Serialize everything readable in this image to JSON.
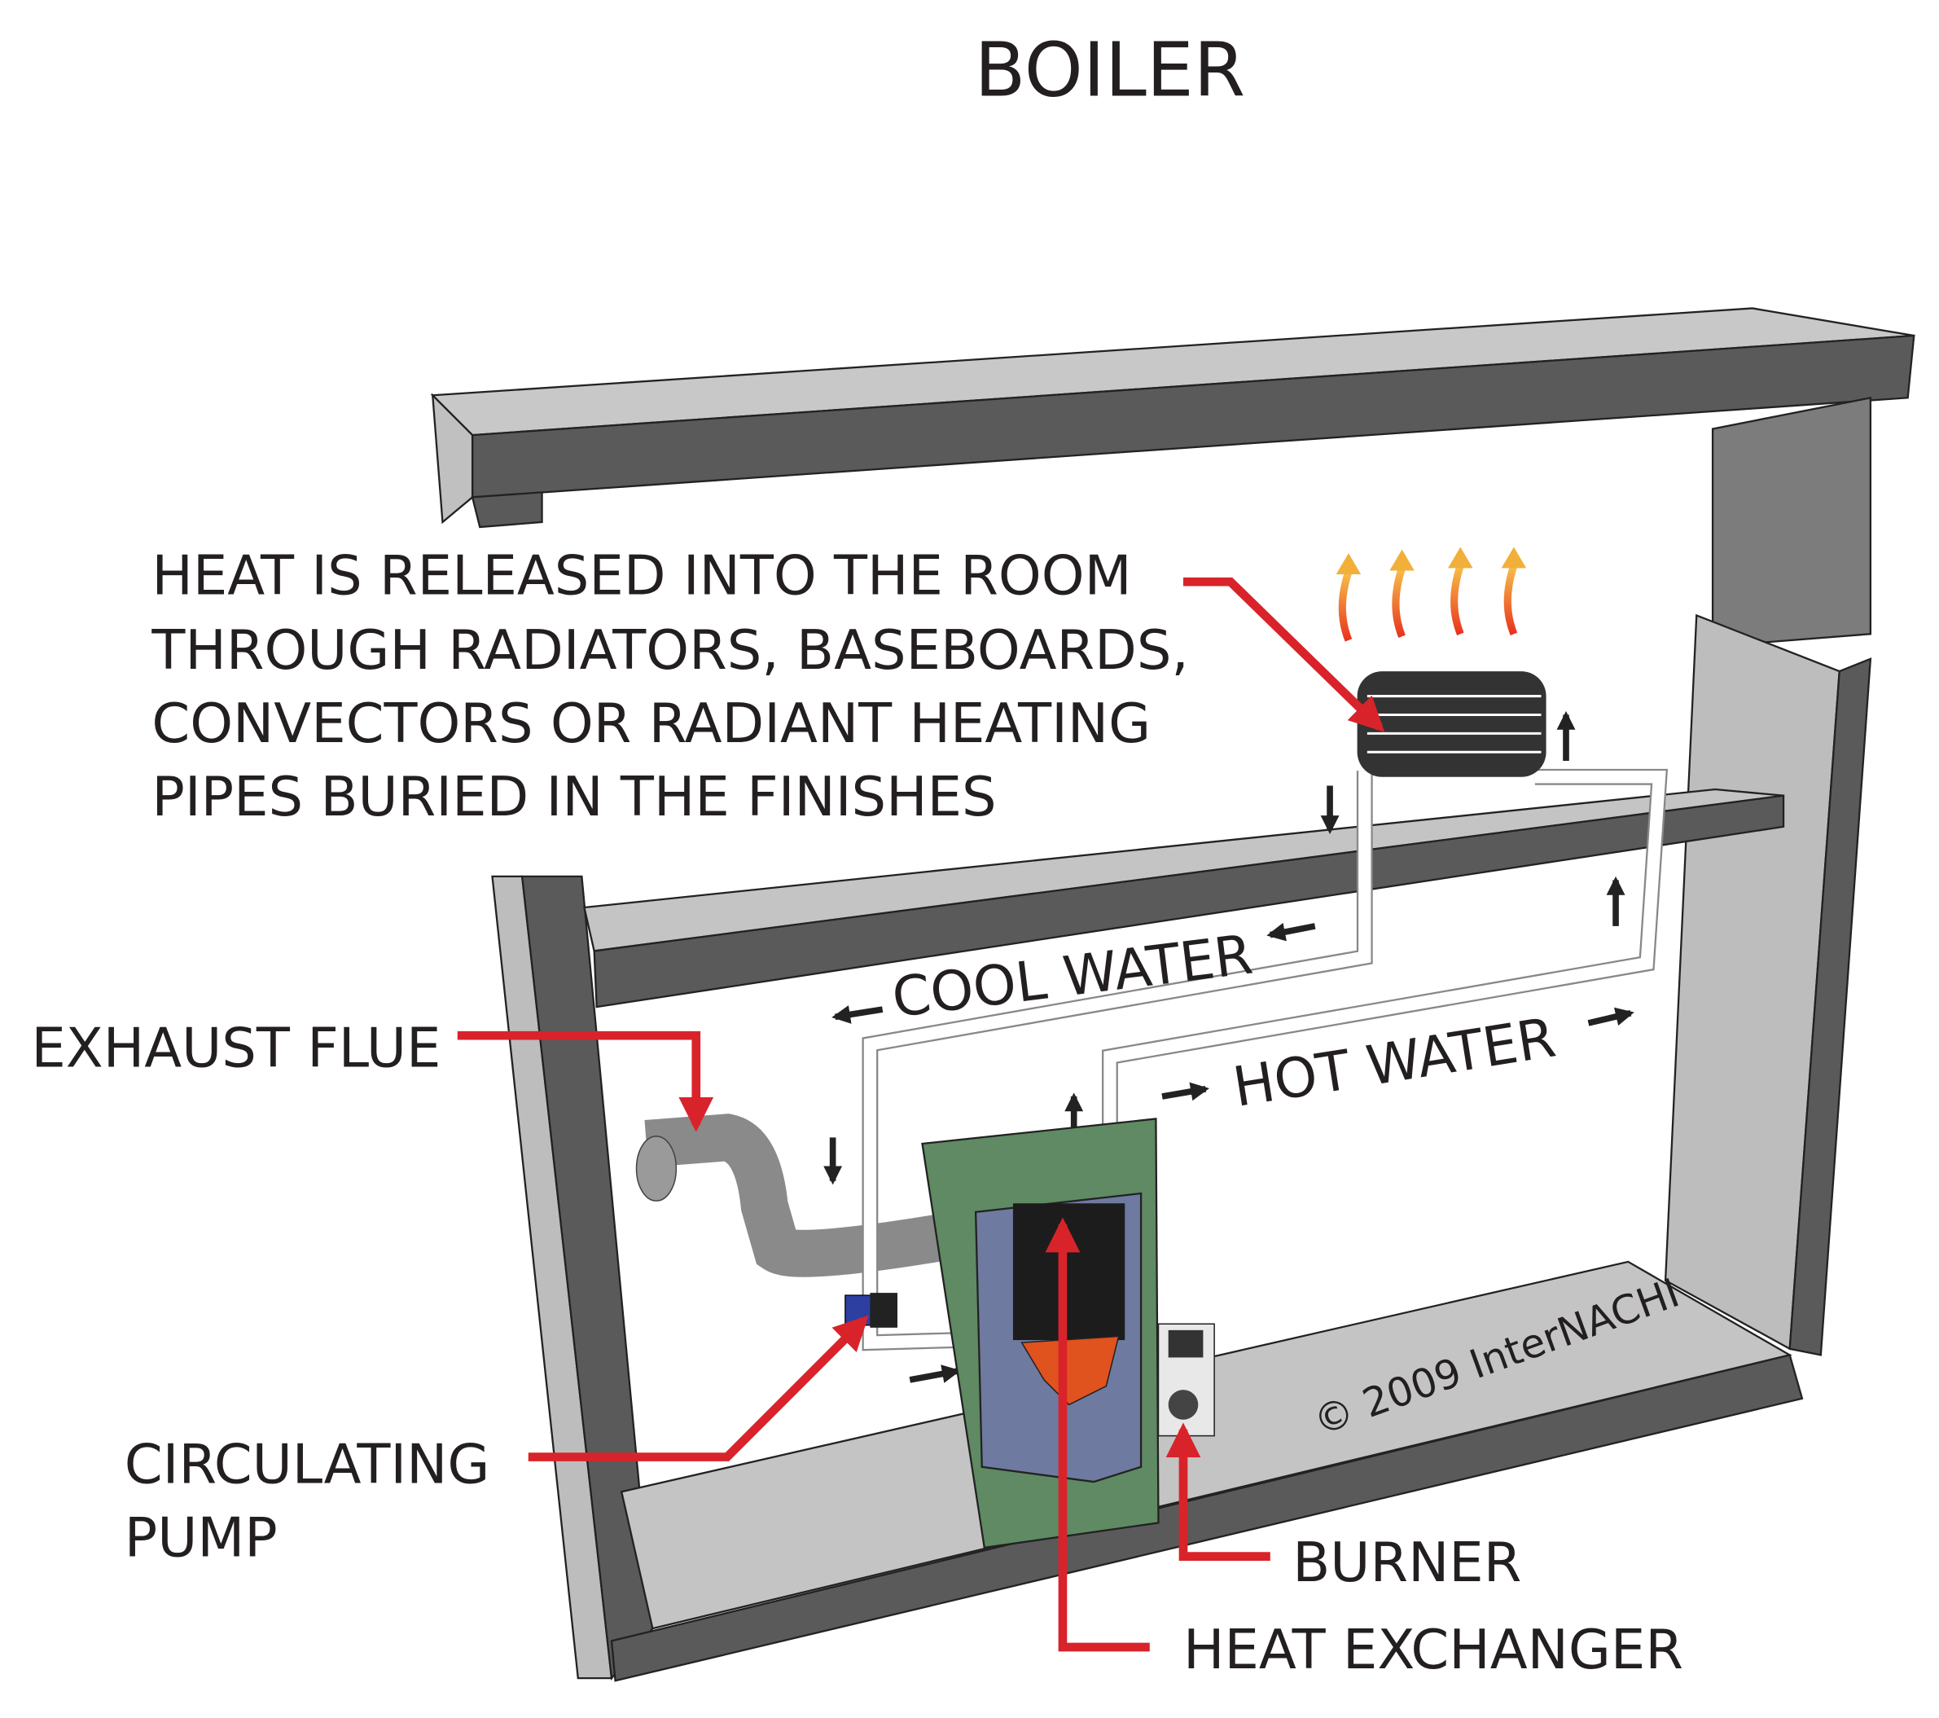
{
  "title": "BOILER",
  "labels": {
    "heat_release": [
      "HEAT IS RELEASED INTO THE ROOM",
      "THROUGH RADIATORS, BASEBOARDS,",
      "CONVECTORS OR RADIANT HEATING",
      "PIPES BURIED IN THE FINISHES"
    ],
    "exhaust_flue": "EXHAUST FLUE",
    "circulating_pump": [
      "CIRCULATING",
      "PUMP"
    ],
    "burner": "BURNER",
    "heat_exchanger": "HEAT EXCHANGER",
    "cool_water": "COOL WATER",
    "hot_water": "HOT WATER"
  },
  "copyright": "© 2009 InterNACHI",
  "colors": {
    "callout": "#d9232a",
    "boiler_cabinet": "#5f8a63",
    "boiler_tank": "#6f7aa0",
    "burner_flame": "#e0521e",
    "wall_light": "#bdbdbd",
    "wall_dark": "#5a5a5a",
    "heat_arrows": "#f08a24"
  }
}
